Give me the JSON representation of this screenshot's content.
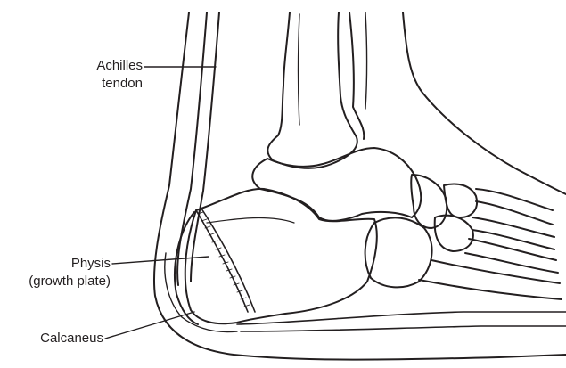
{
  "figure": {
    "labels": {
      "achilles": [
        "Achilles",
        "tendon"
      ],
      "physis": [
        "Physis",
        "(growth plate)"
      ],
      "calcaneus": [
        "Calcaneus"
      ]
    },
    "colors": {
      "ink": "#231f20",
      "background": "#ffffff"
    }
  }
}
